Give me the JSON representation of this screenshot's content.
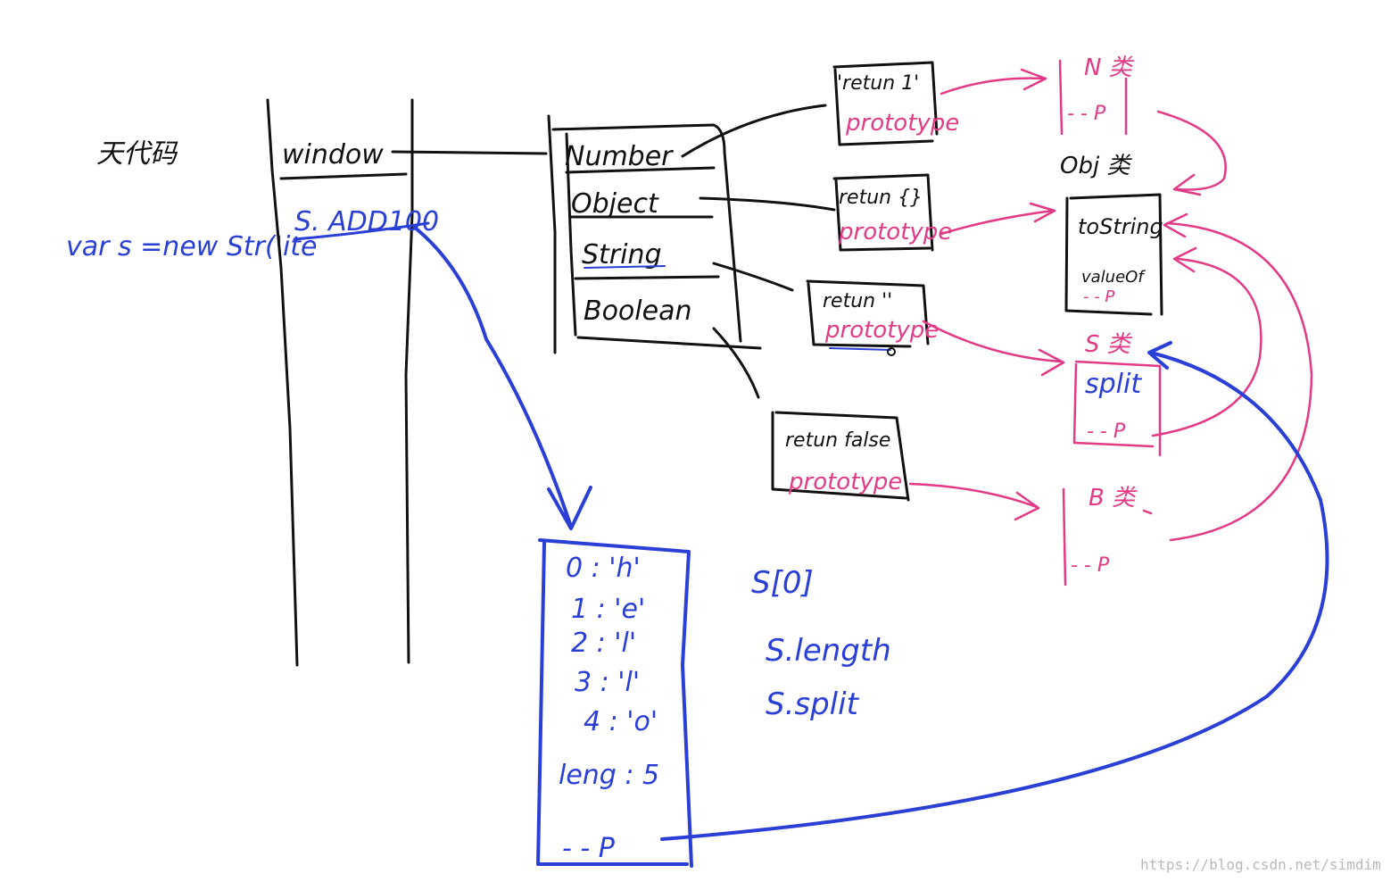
{
  "colors": {
    "black": "#111111",
    "blue": "#2a3fd6",
    "pink": "#e23a86",
    "watermark": "#b9b9b9"
  },
  "browser_label": "天代码",
  "code_line": "var s =new Str('ite",
  "window_column": {
    "window_label": "window",
    "assignment_label": "S. ADD100"
  },
  "constructors": [
    "Number",
    "Object",
    "String",
    "Boolean"
  ],
  "functions": [
    {
      "body": "'retun 1'",
      "proto_label": "prototype"
    },
    {
      "body": "retun {}",
      "proto_label": "prototype"
    },
    {
      "body": "retun ''",
      "proto_label": "prototype"
    },
    {
      "body": "retun false",
      "proto_label": "prototype"
    }
  ],
  "prototypes": {
    "n_label": "N 类",
    "n_proto_ref": "- - P",
    "o_label": "Obj 类",
    "o_methods": [
      "toString",
      "valueOf"
    ],
    "o_proto_ref": "- - P",
    "s_label": "S 类",
    "s_method": "split",
    "s_proto_ref": "- - P",
    "b_label": "B 类",
    "b_proto_ref": "- - P"
  },
  "string_object": {
    "entries": [
      "0 : 'h'",
      "1 : 'e'",
      "2 : 'l'",
      "3 : 'l'",
      "4 : 'o'"
    ],
    "length_entry": "leng : 5",
    "proto_ref": "- - P"
  },
  "access_examples": [
    "S[0]",
    "S.length",
    "S.split"
  ],
  "watermark": "https://blog.csdn.net/simdim"
}
